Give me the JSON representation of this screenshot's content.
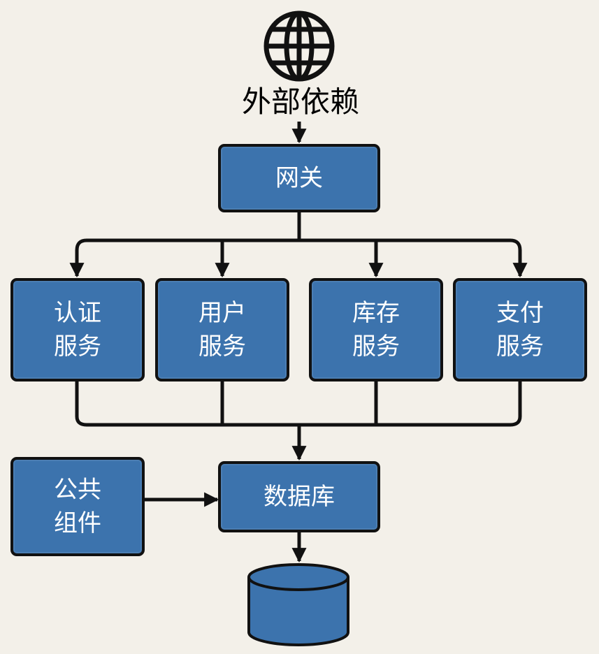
{
  "colors": {
    "node_fill": "#3c73ad",
    "border": "#111111",
    "background": "#f3f0e9",
    "text": "#ffffff"
  },
  "external": {
    "label": "外部依赖",
    "icon": "globe-icon"
  },
  "nodes": {
    "gateway": {
      "lines": [
        "网关"
      ]
    },
    "auth": {
      "lines": [
        "认证",
        "服务"
      ]
    },
    "user": {
      "lines": [
        "用户",
        "服务"
      ]
    },
    "inventory": {
      "lines": [
        "库存",
        "服务"
      ]
    },
    "payment": {
      "lines": [
        "支付",
        "服务"
      ]
    },
    "common": {
      "lines": [
        "公共",
        "组件"
      ]
    },
    "database": {
      "lines": [
        "数据库"
      ]
    }
  },
  "storage": {
    "icon": "database-cylinder-icon"
  }
}
